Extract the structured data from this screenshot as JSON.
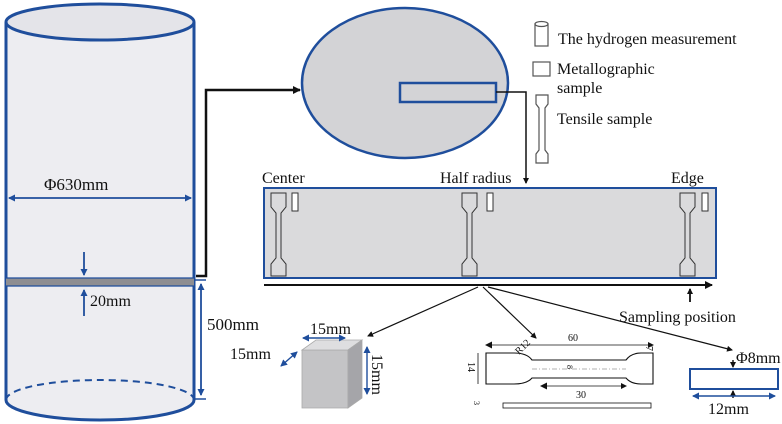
{
  "legend": {
    "hydrogen": "The hydrogen measurement",
    "metallographic_line1": "Metallographic",
    "metallographic_line2": "sample",
    "tensile": "Tensile sample"
  },
  "ingot": {
    "diameter": "Φ630mm",
    "slice_thickness": "20mm",
    "height_from_bottom": "500mm"
  },
  "strip": {
    "center": "Center",
    "half_radius": "Half radius",
    "edge": "Edge",
    "sampling_position": "Sampling position"
  },
  "cube": {
    "top": "15mm",
    "left": "15mm",
    "right": "15mm"
  },
  "tensile_drawing": {
    "length": "60",
    "radius": "R12",
    "end": "7",
    "width": "14",
    "gauge_width": "8",
    "gauge_length": "30",
    "thickness": "3"
  },
  "hydrogen_sample": {
    "diameter": "Φ8mm",
    "length": "12mm"
  },
  "colors": {
    "blue": "#1f4e9c",
    "gray_fill": "#d3d3d6",
    "dark_gray": "#8e8e92"
  }
}
